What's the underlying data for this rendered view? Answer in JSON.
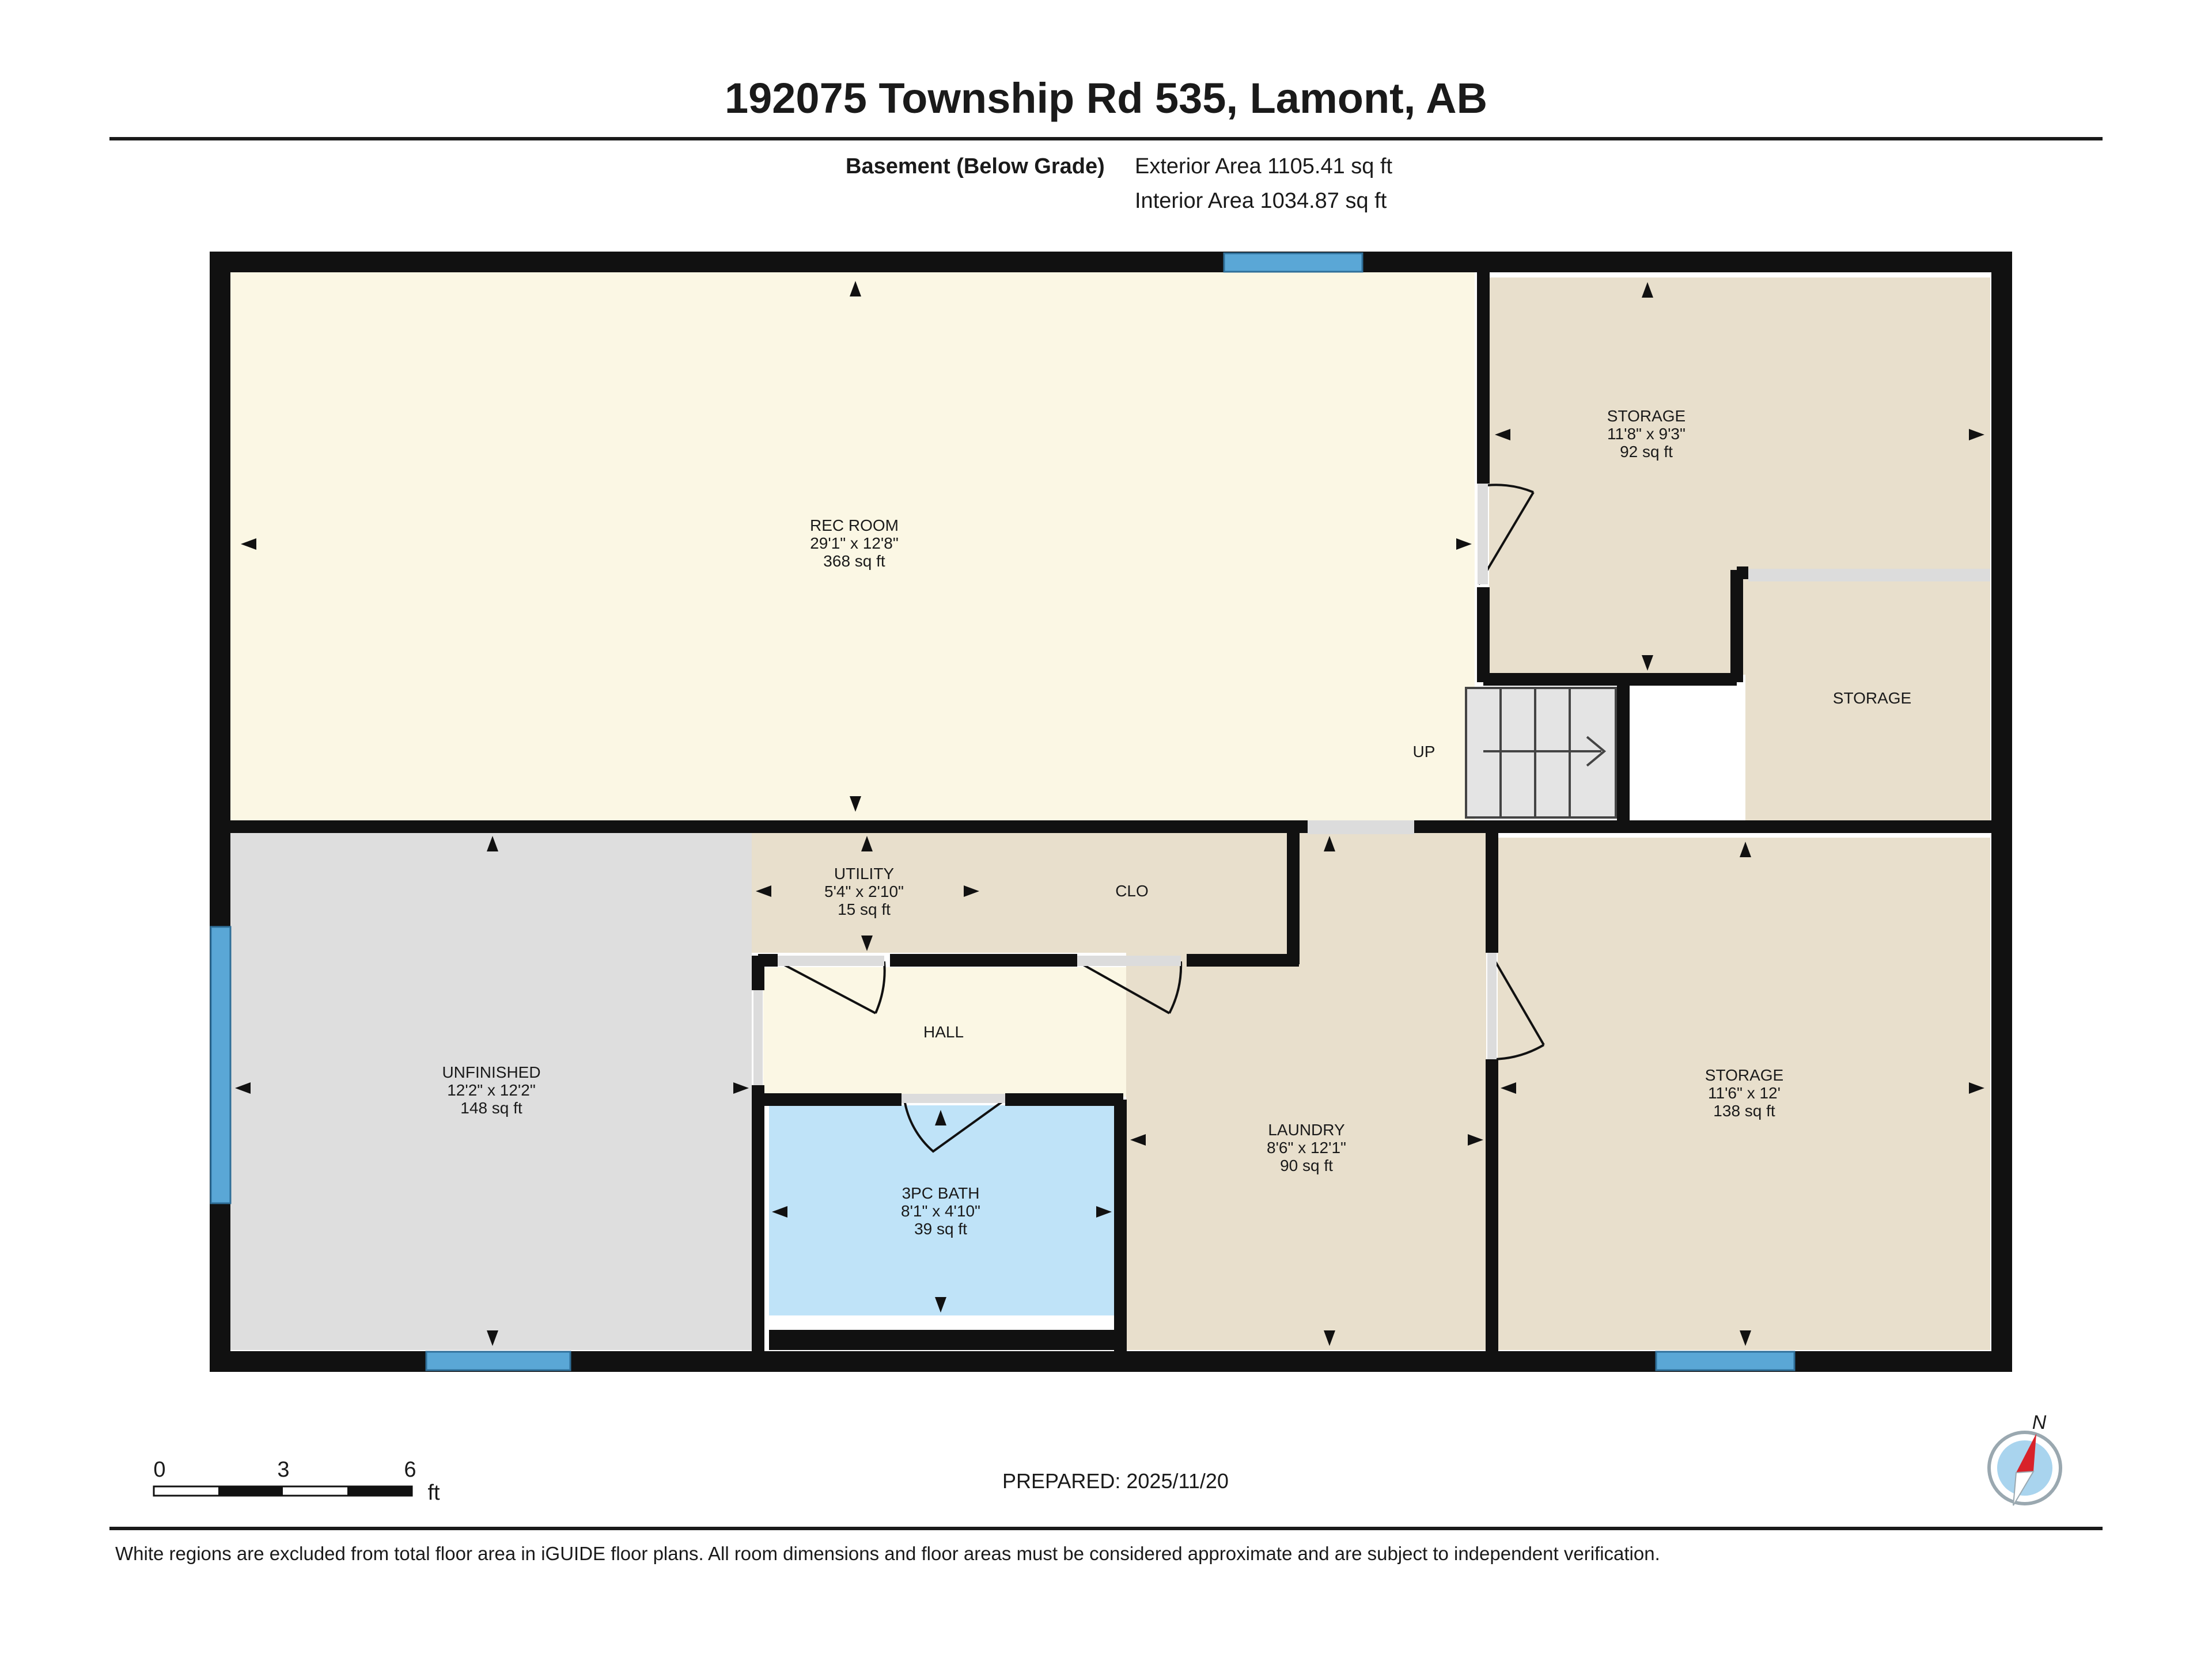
{
  "title": "192075 Township Rd 535, Lamont, AB",
  "header": {
    "level_label": "Basement (Below Grade)",
    "exterior_area": "Exterior Area 1105.41 sq ft",
    "interior_area": "Interior Area 1034.87 sq ft"
  },
  "rooms": {
    "rec_room": {
      "name": "REC ROOM",
      "dims": "29'1\" x 12'8\"",
      "area": "368 sq ft"
    },
    "storage_ne": {
      "name": "STORAGE",
      "dims": "11'8\" x 9'3\"",
      "area": "92 sq ft"
    },
    "storage_small": {
      "name": "STORAGE"
    },
    "stairs_label": "UP",
    "utility": {
      "name": "UTILITY",
      "dims": "5'4\" x 2'10\"",
      "area": "15 sq ft"
    },
    "clo": {
      "name": "CLO"
    },
    "hall": {
      "name": "HALL"
    },
    "unfinished": {
      "name": "UNFINISHED",
      "dims": "12'2\" x 12'2\"",
      "area": "148 sq ft"
    },
    "bath": {
      "name": "3PC BATH",
      "dims": "8'1\" x 4'10\"",
      "area": "39 sq ft"
    },
    "laundry": {
      "name": "LAUNDRY",
      "dims": "8'6\" x 12'1\"",
      "area": "90 sq ft"
    },
    "storage_se": {
      "name": "STORAGE",
      "dims": "11'6\" x 12'",
      "area": "138 sq ft"
    }
  },
  "scale": {
    "tick_0": "0",
    "tick_3": "3",
    "tick_6": "6",
    "unit": "ft"
  },
  "compass": {
    "label": "N"
  },
  "prepared": "PREPARED: 2025/11/20",
  "disclaimer": "White regions are excluded from total floor area in iGUIDE floor plans. All room dimensions and floor areas must be considered approximate and are subject to independent verification.",
  "colors": {
    "rec_room": "#fbf7e4",
    "storage": "#e8dfcc",
    "unfinished": "#dedede",
    "bath": "#bfe3f8",
    "hall": "#fbf7e4",
    "wall": "#111111",
    "window": "#5aa7d6"
  }
}
